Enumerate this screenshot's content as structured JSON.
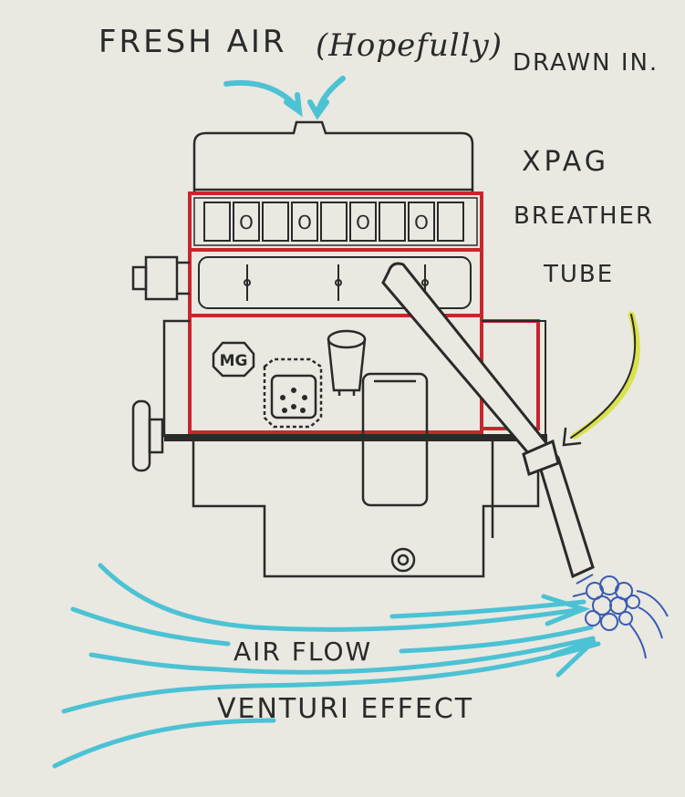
{
  "labels": {
    "fresh_air": "FRESH AIR",
    "hopefully": "(Hopefully)",
    "drawn_in": "DRAWN IN.",
    "xpag": "XPAG",
    "breather": "BREATHER",
    "tube": "TUBE",
    "air_flow": "AIR FLOW",
    "venturi": "VENTURI EFFECT",
    "mg_badge": "MG",
    "plug_marks": [
      "O",
      "O",
      "O",
      "O"
    ]
  },
  "colors": {
    "paper": "#e9e8e1",
    "ink": "#2a2a2a",
    "head_red": "#c8262b",
    "air_cyan": "#4cc2d4",
    "pointer_yellow": "#d8e24a",
    "exhaust_blue": "#3a5bb0"
  }
}
